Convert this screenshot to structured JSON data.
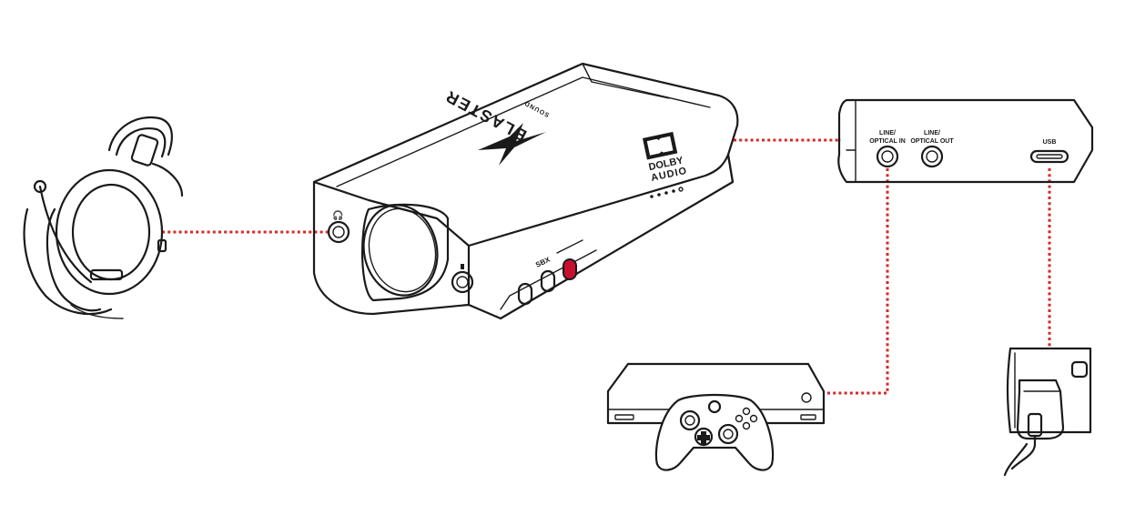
{
  "colors": {
    "cable": "#d62828",
    "ink": "#1a1a1a",
    "knob_accent": "#c8102e"
  },
  "dac": {
    "brand_small": "SOUND",
    "brand_large": "BLASTER",
    "dolby_line1": "DOLBY",
    "dolby_line2": "AUDIO",
    "button_sbx": "SBX",
    "icons": [
      "headphone-icon",
      "microphone-icon",
      "xamp-icon"
    ]
  },
  "hub": {
    "port_line_in_label_1": "LINE/",
    "port_line_in_label_2": "OPTICAL IN",
    "port_line_out_label_1": "LINE/",
    "port_line_out_label_2": "OPTICAL OUT",
    "port_usb_label": "USB"
  },
  "devices": [
    "headset",
    "sound-blaster-dac",
    "rear-port-panel",
    "game-console",
    "controller",
    "usb-power-adapter"
  ],
  "connections": [
    {
      "from": "headset",
      "to": "dac-headphone-jack"
    },
    {
      "from": "dac",
      "to": "rear-port-panel"
    },
    {
      "from": "rear-line-in",
      "to": "game-console"
    },
    {
      "from": "rear-usb",
      "to": "usb-power-adapter"
    }
  ]
}
